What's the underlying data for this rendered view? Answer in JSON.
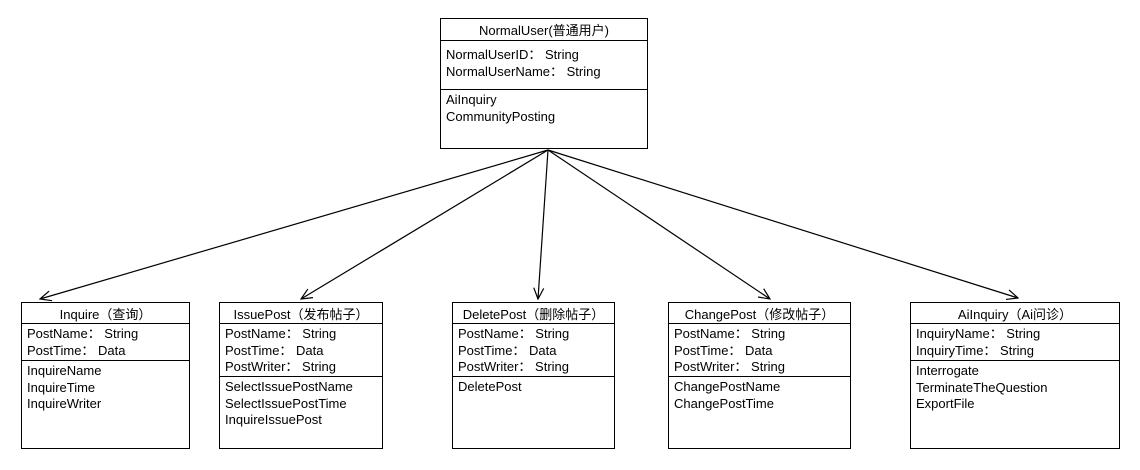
{
  "diagram": {
    "type": "uml-class-diagram",
    "background_color": "#ffffff",
    "line_color": "#000000",
    "text_color": "#000000",
    "classes": [
      {
        "name": "NormalUser",
        "title": "NormalUser(普通用户)",
        "attributes": [
          "NormalUserID： String",
          "NormalUserName： String"
        ],
        "methods": [
          "AiInquiry",
          "CommunityPosting"
        ]
      },
      {
        "name": "Inquire",
        "title": "Inquire（查询）",
        "attributes": [
          "PostName： String",
          "PostTime： Data"
        ],
        "methods": [
          "InquireName",
          "InquireTime",
          "InquireWriter"
        ]
      },
      {
        "name": "IssuePost",
        "title": "IssuePost（发布帖子）",
        "attributes": [
          "PostName： String",
          "PostTime： Data",
          "PostWriter： String"
        ],
        "methods": [
          "SelectIssuePostName",
          "SelectIssuePostTime",
          "InquireIssuePost"
        ]
      },
      {
        "name": "DeletePost",
        "title": "DeletePost（删除帖子）",
        "attributes": [
          "PostName： String",
          "PostTime： Data",
          "PostWriter： String"
        ],
        "methods": [
          "DeletePost"
        ]
      },
      {
        "name": "ChangePost",
        "title": "ChangePost（修改帖子）",
        "attributes": [
          "PostName： String",
          "PostTime： Data",
          "PostWriter： String"
        ],
        "methods": [
          "ChangePostName",
          "ChangePostTime"
        ]
      },
      {
        "name": "AiInquiry",
        "title": "AiInquiry（Ai问诊）",
        "attributes": [
          "InquiryName： String",
          "InquiryTime： String"
        ],
        "methods": [
          "Interrogate",
          "TerminateTheQuestion",
          "ExportFile"
        ]
      }
    ],
    "edges": [
      {
        "from": "NormalUser",
        "to": "Inquire",
        "style": "open-arrow"
      },
      {
        "from": "NormalUser",
        "to": "IssuePost",
        "style": "open-arrow"
      },
      {
        "from": "NormalUser",
        "to": "DeletePost",
        "style": "open-arrow"
      },
      {
        "from": "NormalUser",
        "to": "ChangePost",
        "style": "open-arrow"
      },
      {
        "from": "NormalUser",
        "to": "AiInquiry",
        "style": "open-arrow"
      }
    ]
  }
}
